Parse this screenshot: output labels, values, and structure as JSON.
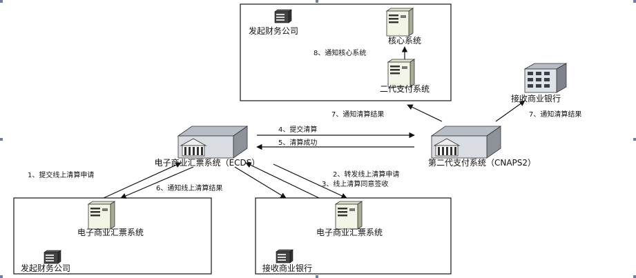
{
  "top_box": {
    "company": "发起财务公司",
    "core_system": "核心系统",
    "notify_core": "8、通知核心系统",
    "cnaps_internal": "二代支付系统"
  },
  "receiving_bank_top": "接收商业银行",
  "ecds": "电子商业汇票系统（ECDS）",
  "cnaps2": "第二代支付系统（CNAPS2）",
  "steps": {
    "s1": "1、提交线上清算申请",
    "s2": "2、转发线上清算申请",
    "s3": "3、线上清算同意签收",
    "s4": "4、提交清算",
    "s5": "5、清算成功",
    "s6": "6、通知线上清算结果",
    "s7a": "7、通知清算结果",
    "s7b": "7、通知清算结果"
  },
  "left_box": {
    "system": "电子商业汇票系统",
    "company": "发起财务公司"
  },
  "right_box": {
    "system": "电子商业汇票系统",
    "bank": "接收商业银行"
  }
}
